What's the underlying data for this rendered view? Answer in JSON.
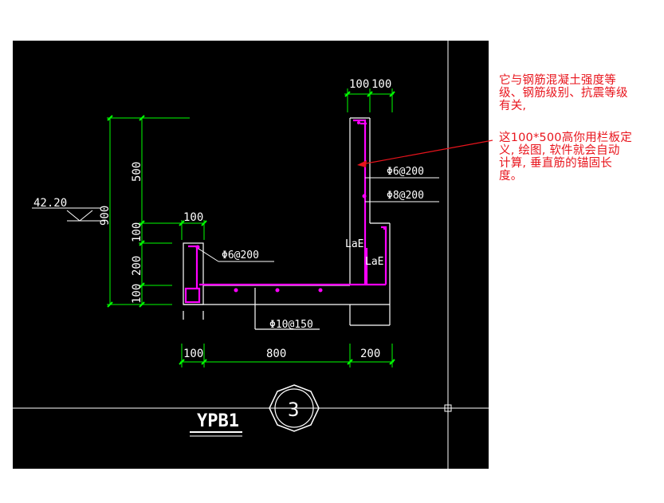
{
  "drawing": {
    "elevation": "42.20",
    "dims": {
      "total_height": "900",
      "h_500": "500",
      "h_100_a": "100",
      "h_200": "200",
      "h_100_b": "100",
      "w_100_top": "100",
      "w_100_pair_1": "100",
      "w_100_pair_2": "100",
      "w_100_bottom": "100",
      "w_800": "800",
      "w_200": "200"
    },
    "bars": {
      "left_stirrup": "Φ6@200",
      "right_stirrup": "Φ6@200",
      "vertical_bar": "Φ8@200",
      "bottom_bar": "Φ10@150"
    },
    "anchor_labels": [
      "LaE",
      "LaE"
    ],
    "detail_name": "YPB1",
    "detail_number": "3",
    "colors": {
      "background": "#000000",
      "concrete": "#ffffff",
      "rebar": "#ff00ff",
      "dimension": "#00ff00",
      "annotation": "#e8141c"
    }
  },
  "annotations": {
    "note_1": "它与钢筋混凝土强度等\n级、钢筋级别、抗震等级\n有关,",
    "note_2": "这100*500高你用栏板定\n义, 绘图, 软件就会自动\n计算, 垂直筋的锚固长\n度。"
  }
}
